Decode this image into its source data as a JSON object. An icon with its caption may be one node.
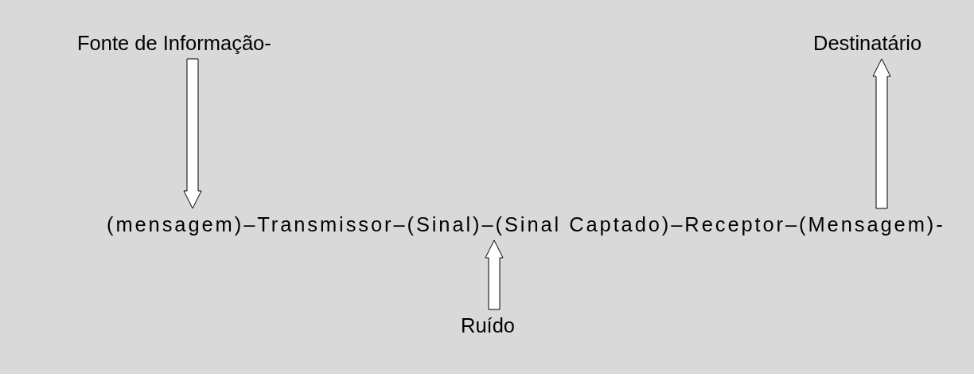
{
  "diagram": {
    "nodes": [
      {
        "text": [
          "Fonte de Informação-"
        ]
      },
      {
        "text": [
          "Destinatário"
        ]
      },
      {
        "text": [
          "(mensagem)–Transmissor–(Sinal)–(Sinal Captado)–Receptor–(Mensagem)-"
        ]
      },
      {
        "text": [
          "Ruído"
        ]
      }
    ],
    "edges": [
      {
        "from": 0,
        "to": 2,
        "arrow": "to"
      },
      {
        "from": 2,
        "to": 1,
        "arrow": "to"
      },
      {
        "from": 3,
        "to": 2,
        "arrow": "to"
      }
    ]
  }
}
